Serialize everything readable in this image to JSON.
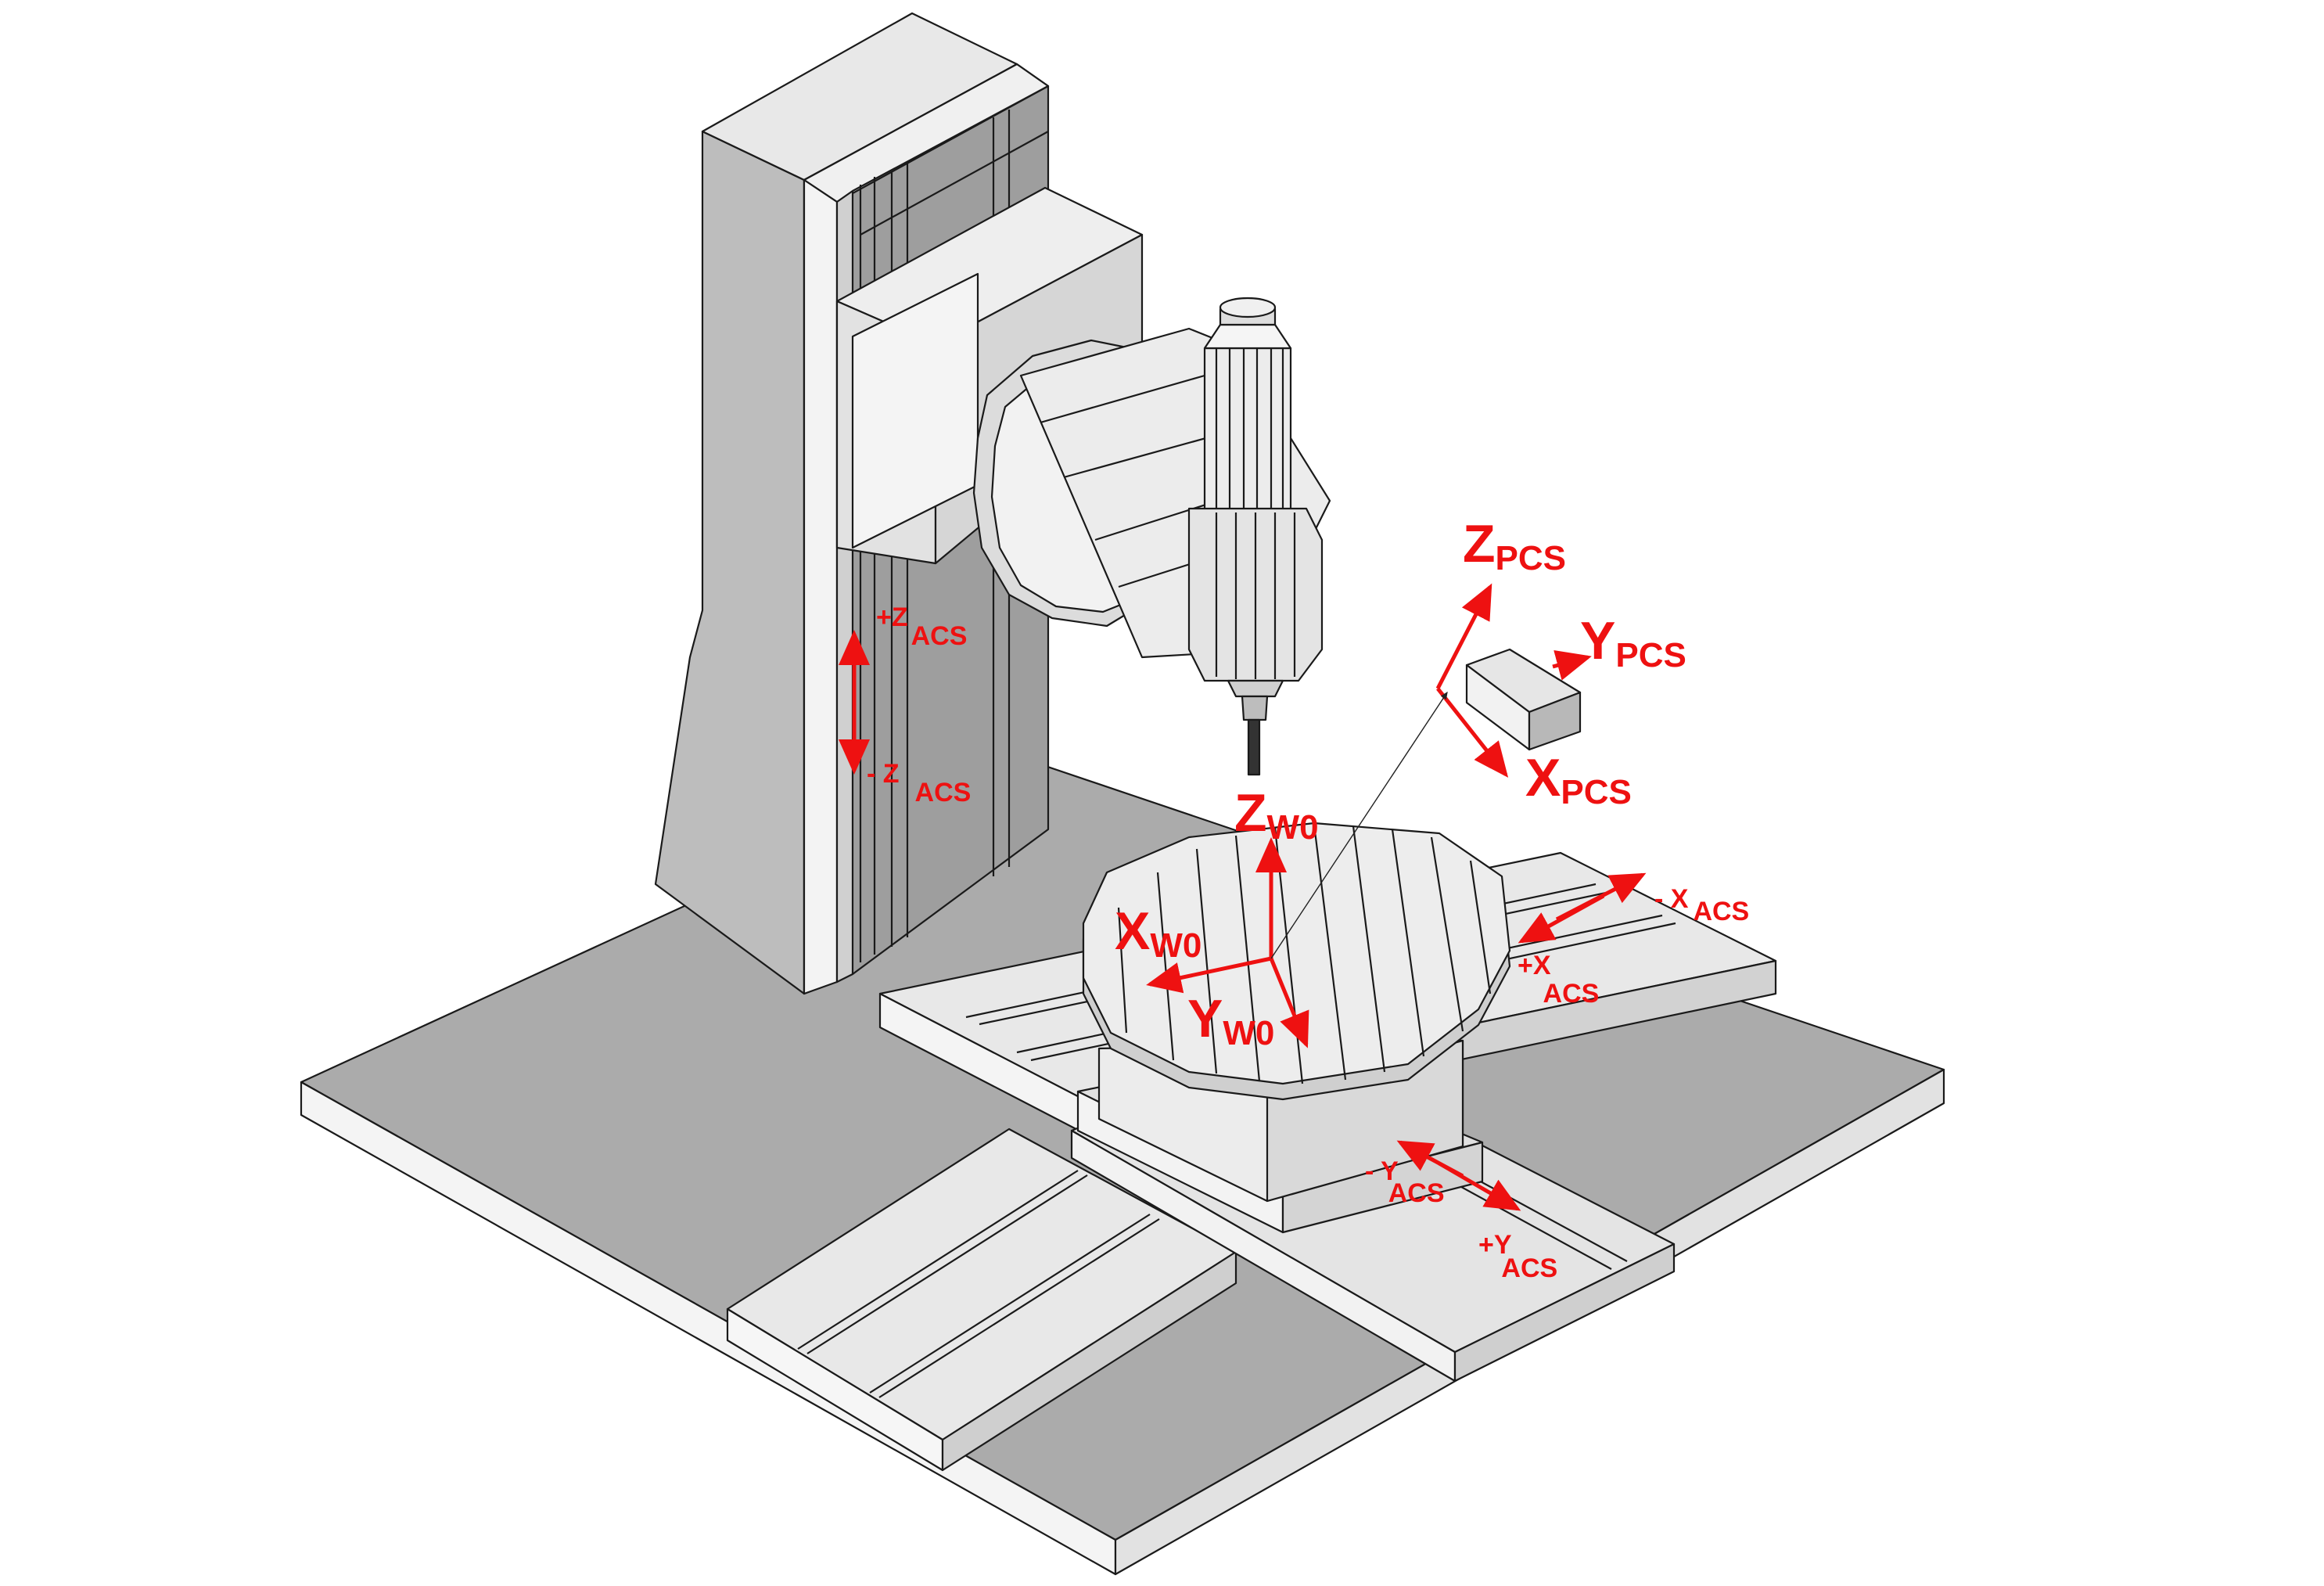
{
  "colors": {
    "annotation": "#ee1111",
    "outline": "#1a1a1a",
    "top_face": "#e6e6e6",
    "light_face": "#f4f4f4",
    "side_face": "#bfbfbf",
    "dark_face": "#9c9c9c",
    "base_top": "#ababab",
    "background": "#ffffff"
  },
  "labels": {
    "z_pcs": {
      "main": "Z",
      "sub": "PCS"
    },
    "y_pcs": {
      "main": "Y",
      "sub": "PCS"
    },
    "x_pcs": {
      "main": "X",
      "sub": "PCS"
    },
    "z_w0": {
      "main": "Z",
      "sub": "W0"
    },
    "x_w0": {
      "main": "X",
      "sub": "W0"
    },
    "y_w0": {
      "main": "Y",
      "sub": "W0"
    },
    "z_acs_plus": {
      "main": "+Z",
      "sub": "ACS"
    },
    "z_acs_minus": {
      "main": "- Z",
      "sub": "ACS"
    },
    "x_acs_minus": {
      "main": "- X",
      "sub": "ACS"
    },
    "x_acs_plus": {
      "main": "+X",
      "sub": "ACS"
    },
    "y_acs_minus": {
      "main": "- Y",
      "sub": "ACS"
    },
    "y_acs_plus": {
      "main": "+Y",
      "sub": "ACS"
    }
  }
}
